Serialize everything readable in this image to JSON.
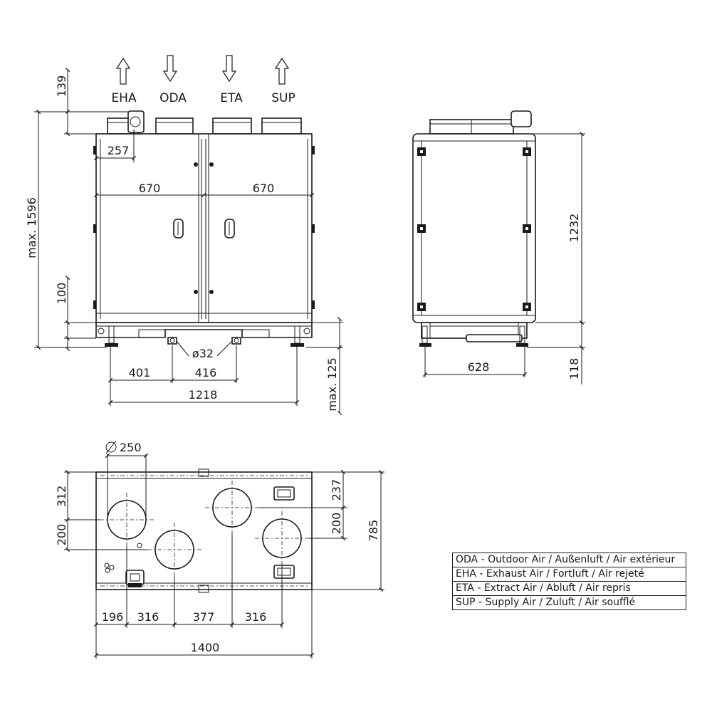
{
  "airflows": [
    {
      "code": "EHA",
      "direction": "up"
    },
    {
      "code": "ODA",
      "direction": "down"
    },
    {
      "code": "ETA",
      "direction": "down"
    },
    {
      "code": "SUP",
      "direction": "up"
    }
  ],
  "front_view": {
    "dim_139": "139",
    "dim_max_1596": "max. 1596",
    "dim_257": "257",
    "dim_670_left": "670",
    "dim_670_right": "670",
    "dim_100": "100",
    "dim_d32": "ø32",
    "dim_401": "401",
    "dim_416": "416",
    "dim_1218": "1218",
    "dim_max_125": "max. 125"
  },
  "side_view": {
    "dim_1232": "1232",
    "dim_628": "628",
    "dim_118": "118"
  },
  "top_view": {
    "dim_d250": "250",
    "dim_312": "312",
    "dim_200_left": "200",
    "dim_237": "237",
    "dim_200_right": "200",
    "dim_785": "785",
    "dim_196": "196",
    "dim_316_a": "316",
    "dim_377": "377",
    "dim_316_b": "316",
    "dim_1400": "1400"
  },
  "legend": [
    "ODA - Outdoor Air /  Außenluft /  Air extérieur",
    "EHA - Exhaust Air /  Fortluft / Air rejeté",
    "ETA - Extract Air /  Abluft /  Air repris",
    "SUP - Supply Air /  Zuluft /  Air soufflé"
  ]
}
